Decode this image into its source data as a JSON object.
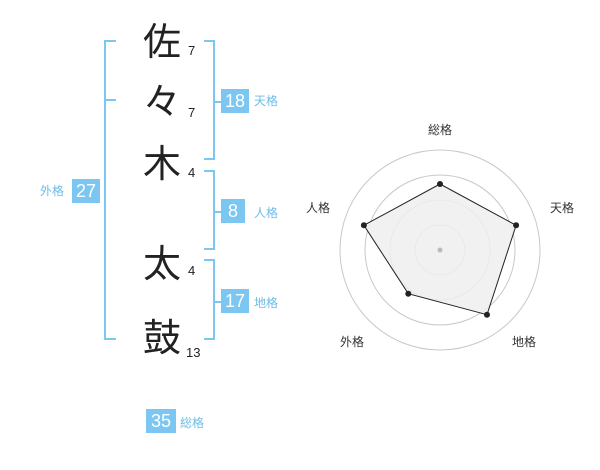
{
  "name": {
    "characters": [
      {
        "char": "佐",
        "strokes": "7"
      },
      {
        "char": "々",
        "strokes": "7"
      },
      {
        "char": "木",
        "strokes": "4"
      },
      {
        "char": "太",
        "strokes": "4"
      },
      {
        "char": "鼓",
        "strokes": "13"
      }
    ]
  },
  "kakusu": {
    "tenkaku": {
      "value": "18",
      "label": "天格"
    },
    "jinkaku": {
      "value": "8",
      "label": "人格"
    },
    "chikaku": {
      "value": "17",
      "label": "地格"
    },
    "gaikaku": {
      "value": "27",
      "label": "外格"
    },
    "soukaku": {
      "value": "35",
      "label": "総格"
    }
  },
  "radar": {
    "axes": [
      "総格",
      "天格",
      "地格",
      "外格",
      "人格"
    ],
    "levels": 4,
    "max": 5,
    "values": [
      3.3,
      4.0,
      4.0,
      2.7,
      4.0
    ],
    "colors": {
      "grid": "#c8c8c8",
      "fill": "#eeeeee",
      "line": "#222222",
      "point": "#222222",
      "center": "#bbbbbb"
    }
  },
  "colors": {
    "accent": "#7cc7f2",
    "accent_text": "#6bbde8"
  }
}
